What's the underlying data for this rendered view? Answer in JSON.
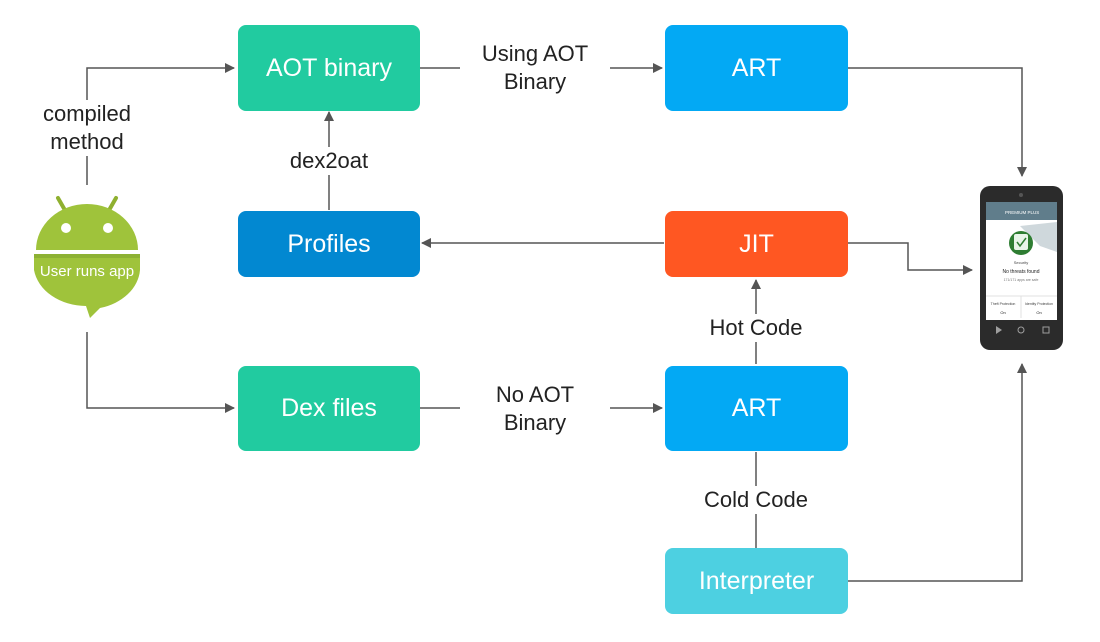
{
  "colors": {
    "aot": "#21cba0",
    "dex": "#21cba0",
    "art": "#03a9f4",
    "profiles": "#0288d1",
    "jit": "#ff5722",
    "interpreter": "#4dd0e1",
    "arrow": "#555555",
    "android_green": "#9fc33b",
    "android_dark": "#6e8f28"
  },
  "nodes": {
    "aot_binary": "AOT binary",
    "art_top": "ART",
    "profiles": "Profiles",
    "jit": "JIT",
    "dex_files": "Dex files",
    "art_bottom": "ART",
    "interpreter": "Interpreter"
  },
  "edge_labels": {
    "compiled_method": [
      "compiled",
      "method"
    ],
    "using_aot": [
      "Using AOT",
      "Binary"
    ],
    "dex2oat": "dex2oat",
    "no_aot": [
      "No AOT",
      "Binary"
    ],
    "hot_code": "Hot Code",
    "cold_code": "Cold Code"
  },
  "android": {
    "label": "User runs app",
    "icon": "android-robot-icon"
  },
  "phone": {
    "icon": "smartphone-icon",
    "header": "PREMIUM PLUS",
    "security": "Security",
    "status": "No threats found",
    "detail": "171/171 apps are safe",
    "left_feature": "Theft Protection",
    "right_feature": "Identity Protection",
    "left_state": "On",
    "right_state": "On"
  }
}
